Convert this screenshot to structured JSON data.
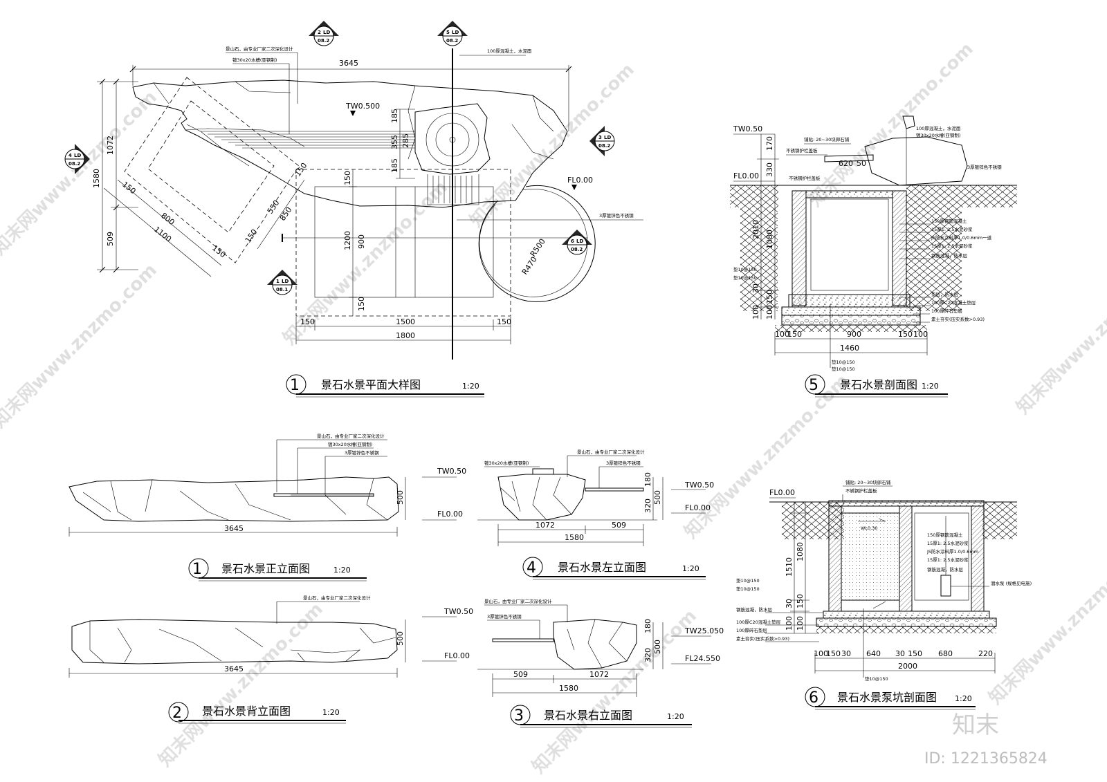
{
  "drawing": {
    "plan": {
      "title": "景石水景平面大样图",
      "scale": "1:20",
      "number": "1",
      "dims": {
        "overall": "3645",
        "left_total": "1580",
        "left_upper": "1072",
        "left_lower": "509",
        "slab_outer": "1100",
        "slab_inner": "800",
        "slab_side_a": "150",
        "slab_side_b": "150",
        "slab_w_outer": "850",
        "slab_w_inner": "550",
        "slab_w_a": "150",
        "slab_w_b": "150",
        "pad_h_total": "1200",
        "pad_h_inner": "900",
        "pad_h_a": "150",
        "pad_h_b": "150",
        "pad_w_total": "1800",
        "pad_w_inner": "1500",
        "pad_w_a": "150",
        "pad_w_b": "150",
        "rock_a": "185",
        "rock_b": "355",
        "rock_c": "285",
        "rock_d": "185",
        "radius_outer": "R500",
        "radius_inner": "R470"
      },
      "levels": {
        "top": "TW0.500",
        "floor": "FL0.00"
      },
      "notes": {
        "stone": "景山石，由专业厂家二次深化设计",
        "steel": "镀30x20水槽(亚钢制)",
        "pipe": "100厚混凝土，水泥面",
        "plate": "3厚镀锌色不锈钢"
      },
      "tags": [
        {
          "num": "2",
          "code": "LD",
          "sheet": "08.2"
        },
        {
          "num": "5",
          "code": "LD",
          "sheet": "08.2"
        },
        {
          "num": "3",
          "code": "LD",
          "sheet": "08.2"
        },
        {
          "num": "4",
          "code": "LD",
          "sheet": "08.2"
        },
        {
          "num": "6",
          "code": "LD",
          "sheet": "08.2"
        },
        {
          "num": "1",
          "code": "LD",
          "sheet": "08.1"
        }
      ]
    },
    "section5": {
      "title": "景石水景剖面图",
      "scale": "1:20",
      "number": "5",
      "levels": {
        "top": "TW0.50",
        "floor": "FL0.00"
      },
      "dims": {
        "h_a": "170",
        "h_b": "330",
        "h_total": "2010",
        "h_inner": "1080",
        "h_c": "30",
        "h_d": "150",
        "h_e": "100",
        "h_f": "100",
        "w_a": "620",
        "w_b": "50",
        "w_1": "100",
        "w_2": "150",
        "w_3": "900",
        "w_4": "150",
        "w_5": "100",
        "w_total": "1460"
      },
      "notes": {
        "n1": "100厚混凝土，水泥面",
        "n2": "镀30x20水槽(亚钢制)",
        "n3": "3厚镀锌色不锈钢",
        "n4": "铺贴: 20~30块卵石铺",
        "n5": "不锈钢护栏盖板",
        "n6": "150厚钢筋混凝土",
        "n7": "15厚1: 2.5水泥砂浆",
        "n8": "JS防水涂料厚1.0/0.6mm一道",
        "n9": "15厚1: 2.5水泥砂浆",
        "n10": "钢筋混凝，防水层",
        "n11": "垫层，防水层",
        "n12": "100厚C20混凝土垫层",
        "n13": "100厚碎石垫层",
        "n14": "素土夯实(压实系数>0.93)",
        "n15": "垫10@150",
        "n16": "垫10@150",
        "n17": "垫10@150",
        "n18": "垫10@150"
      }
    },
    "elev_front": {
      "title": "景石水景正立面图",
      "scale": "1:20",
      "number": "1",
      "dims": {
        "width": "3645",
        "height": "500"
      },
      "levels": {
        "top": "TW0.50",
        "floor": "FL0.00"
      },
      "notes": {
        "n1": "景山石，由专业厂家二次深化设计",
        "n2": "镀30x20水槽(亚钢制)",
        "n3": "3厚镀锌色不锈钢"
      }
    },
    "elev_left": {
      "title": "景石水景左立面图",
      "scale": "1:20",
      "number": "4",
      "dims": {
        "w_a": "1072",
        "w_b": "509",
        "w_total": "1580",
        "h_a": "180",
        "h_b": "320",
        "h_total": "500"
      },
      "levels": {
        "top": "TW0.50",
        "floor": "FL0.00"
      },
      "notes": {
        "n1": "镀30x20水槽(亚钢制)",
        "n2": "景山石，由专业厂家二次深化设计",
        "n3": "3厚镀锌色不锈钢"
      }
    },
    "elev_back": {
      "title": "景石水景背立面图",
      "scale": "1:20",
      "number": "2",
      "dims": {
        "width": "3645",
        "height": "500"
      },
      "levels": {
        "top": "TW0.50",
        "floor": "FL0.00"
      },
      "notes": {
        "n1": "景山石，由专业厂家二次深化设计"
      }
    },
    "elev_right": {
      "title": "景石水景右立面图",
      "scale": "1:20",
      "number": "3",
      "dims": {
        "w_a": "509",
        "w_b": "1072",
        "w_total": "1580",
        "h_a": "180",
        "h_b": "320",
        "h_total": "500"
      },
      "levels": {
        "top": "TW25.050",
        "floor": "FL24.550"
      },
      "notes": {
        "n1": "景山石，由专业厂家二次深化设计",
        "n2": "3厚镀锌色不锈钢"
      }
    },
    "section6": {
      "title": "景石水景泵坑剖面图",
      "scale": "1:20",
      "number": "6",
      "levels": {
        "floor": "FL0.00",
        "pit": "WL0.30"
      },
      "dims": {
        "h_total": "1510",
        "h_inner": "1080",
        "h_a": "30",
        "h_b": "150",
        "h_c": "100",
        "h_d": "100",
        "w_1": "100",
        "w_2": "150",
        "w_3": "30",
        "w_4": "640",
        "w_5": "30",
        "w_6": "150",
        "w_7": "680",
        "w_8": "220",
        "w_total": "2000"
      },
      "notes": {
        "n1": "铺贴: 20~30块卵石铺",
        "n2": "不锈钢护栏盖板",
        "n3": "150厚钢筋混凝土",
        "n4": "15厚1: 2.5水泥砂浆",
        "n5": "JS防水涂料厚1.0/0.6mm",
        "n6": "15厚1: 2.5水泥砂浆",
        "n7": "钢筋混凝，防水层",
        "n8": "潜水泵 (规格见电施)",
        "n9": "垫10@150",
        "n10": "垫10@150",
        "n11": "钢筋混凝，防水层",
        "n12": "100厚C20混凝土垫层",
        "n13": "100厚碎石垫层",
        "n14": "素土夯实(压实系数>0.93)",
        "n15": "垫10@150"
      }
    }
  },
  "watermark": {
    "text": "知末网www.znzmo.com",
    "logo": "知末",
    "id": "ID: 1221365824"
  }
}
